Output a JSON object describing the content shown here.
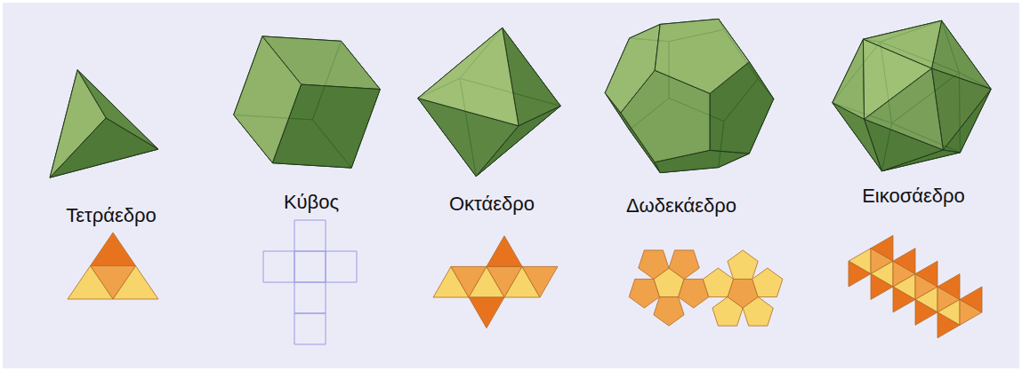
{
  "diagram": {
    "labels": [
      "Τετράεδρο",
      "Κύβος",
      "Οκτάεδρο",
      "Δωδεκάεδρο",
      "Εικοσάεδρο"
    ]
  }
}
